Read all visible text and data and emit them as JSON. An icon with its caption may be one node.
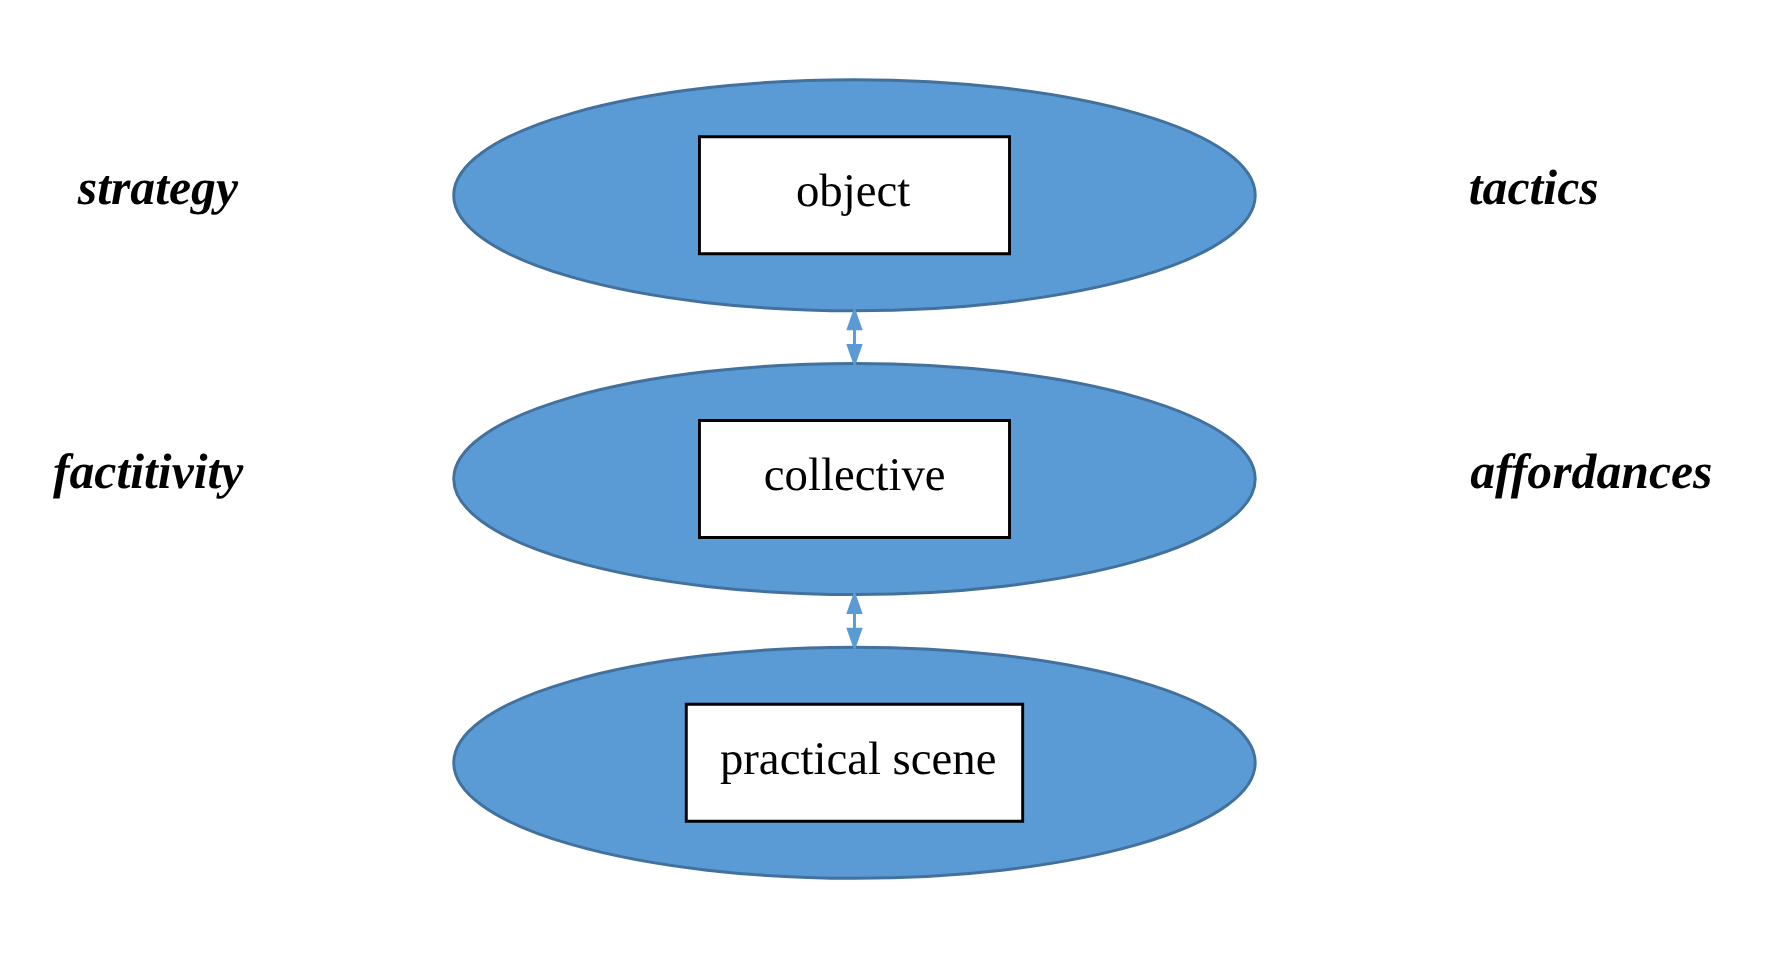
{
  "diagram": {
    "nodes": [
      {
        "text": [
          "object"
        ]
      },
      {
        "text": [
          "collective"
        ]
      },
      {
        "text": [
          "practical scene"
        ]
      }
    ],
    "edges": [
      {
        "from": 0,
        "to": 1,
        "arrow": "both"
      },
      {
        "from": 1,
        "to": 2,
        "arrow": "both"
      }
    ],
    "labels": [
      "strategy",
      "tactics",
      "factitivity",
      "affordances"
    ]
  }
}
